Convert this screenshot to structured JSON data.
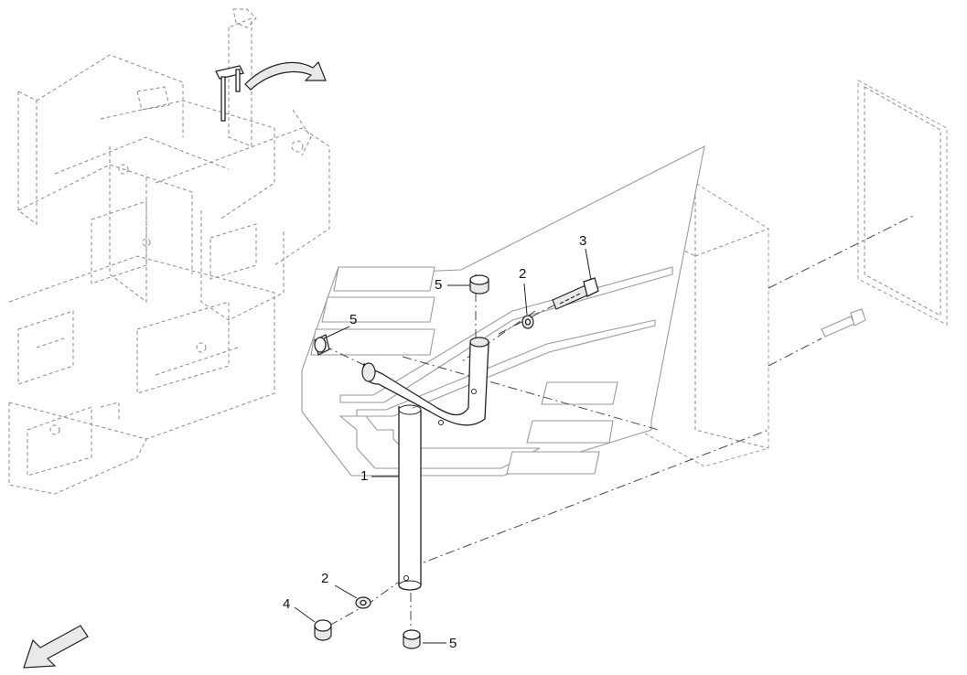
{
  "callouts": [
    {
      "id": "c1",
      "label": "1"
    },
    {
      "id": "c2a",
      "label": "2"
    },
    {
      "id": "c2b",
      "label": "2"
    },
    {
      "id": "c3",
      "label": "3"
    },
    {
      "id": "c4",
      "label": "4"
    },
    {
      "id": "c5a",
      "label": "5"
    },
    {
      "id": "c5b",
      "label": "5"
    },
    {
      "id": "c5c",
      "label": "5"
    }
  ],
  "icons": {
    "direction_arrow": "direction-arrow-icon",
    "mount_arrow": "curved-arrow-icon"
  }
}
